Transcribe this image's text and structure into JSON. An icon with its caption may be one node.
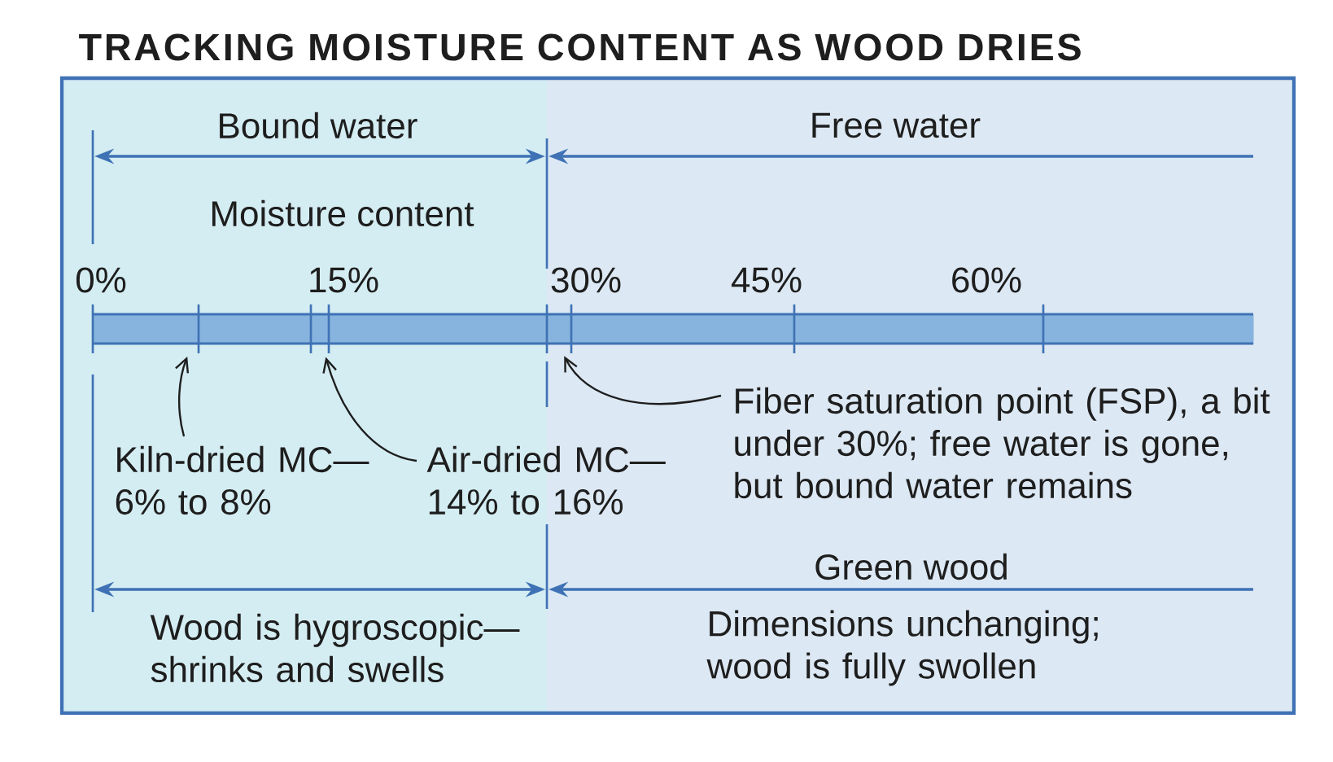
{
  "diagram": {
    "title": "TRACKING MOISTURE CONTENT AS WOOD DRIES",
    "nodes": [
      {
        "text": [],
        "shape": "bar",
        "beside": [
          "0%",
          "15%",
          "30%",
          "45%",
          "60%"
        ]
      },
      {
        "text": [
          "Kiln-dried MC—6% to 8%"
        ]
      },
      {
        "text": [
          "Air-dried MC— 14% to 16%"
        ]
      },
      {
        "text": [
          "Fiber saturation point (FSP), a bit under 30%; free water is gone, but bound water remains"
        ]
      }
    ],
    "edges": [
      {
        "from": 1,
        "to": 0,
        "arrow": "to"
      },
      {
        "from": 2,
        "to": 0,
        "arrow": "to"
      },
      {
        "from": 3,
        "to": 0,
        "arrow": "to"
      }
    ],
    "labels": [
      "Bound water",
      "Free water",
      "Moisture content",
      "Green wood",
      "Wood is hygroscopic— shrinks and swells",
      "Dimensions unchanging; wood is fully swollen"
    ]
  }
}
